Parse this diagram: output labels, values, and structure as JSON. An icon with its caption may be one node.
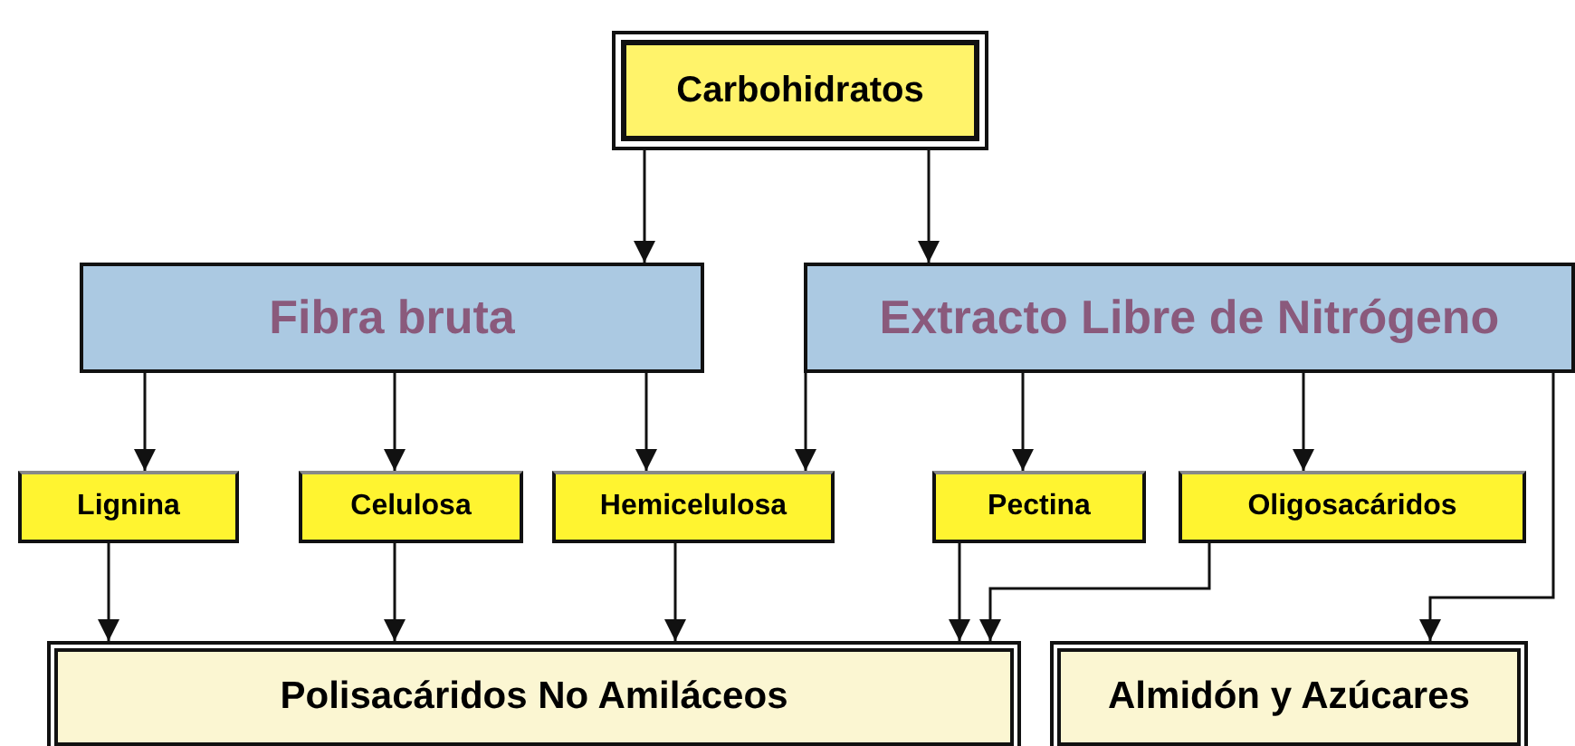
{
  "diagram": {
    "nodes": [
      {
        "text": [
          "Carbohidratos"
        ]
      },
      {
        "text": [
          "Fibra bruta"
        ]
      },
      {
        "text": [
          "Extracto Libre de Nitrógeno"
        ]
      },
      {
        "text": [
          "Lignina"
        ]
      },
      {
        "text": [
          "Celulosa"
        ]
      },
      {
        "text": [
          "Hemicelulosa"
        ]
      },
      {
        "text": [
          "Pectina"
        ]
      },
      {
        "text": [
          "Oligosacáridos"
        ]
      },
      {
        "text": [
          "Polisacáridos No Amiláceos"
        ]
      },
      {
        "text": [
          "Almidón y Azúcares"
        ]
      }
    ],
    "edges": [
      {
        "from": 0,
        "to": 1,
        "arrow": "to"
      },
      {
        "from": 0,
        "to": 2,
        "arrow": "to"
      },
      {
        "from": 1,
        "to": 3,
        "arrow": "to"
      },
      {
        "from": 1,
        "to": 4,
        "arrow": "to"
      },
      {
        "from": 1,
        "to": 5,
        "arrow": "to"
      },
      {
        "from": 2,
        "to": 5,
        "arrow": "to"
      },
      {
        "from": 2,
        "to": 6,
        "arrow": "to"
      },
      {
        "from": 2,
        "to": 7,
        "arrow": "to"
      },
      {
        "from": 2,
        "to": 9,
        "arrow": "to"
      },
      {
        "from": 3,
        "to": 8,
        "arrow": "to"
      },
      {
        "from": 4,
        "to": 8,
        "arrow": "to"
      },
      {
        "from": 5,
        "to": 8,
        "arrow": "to"
      },
      {
        "from": 6,
        "to": 8,
        "arrow": "to"
      },
      {
        "from": 7,
        "to": 8,
        "arrow": "to"
      }
    ]
  }
}
